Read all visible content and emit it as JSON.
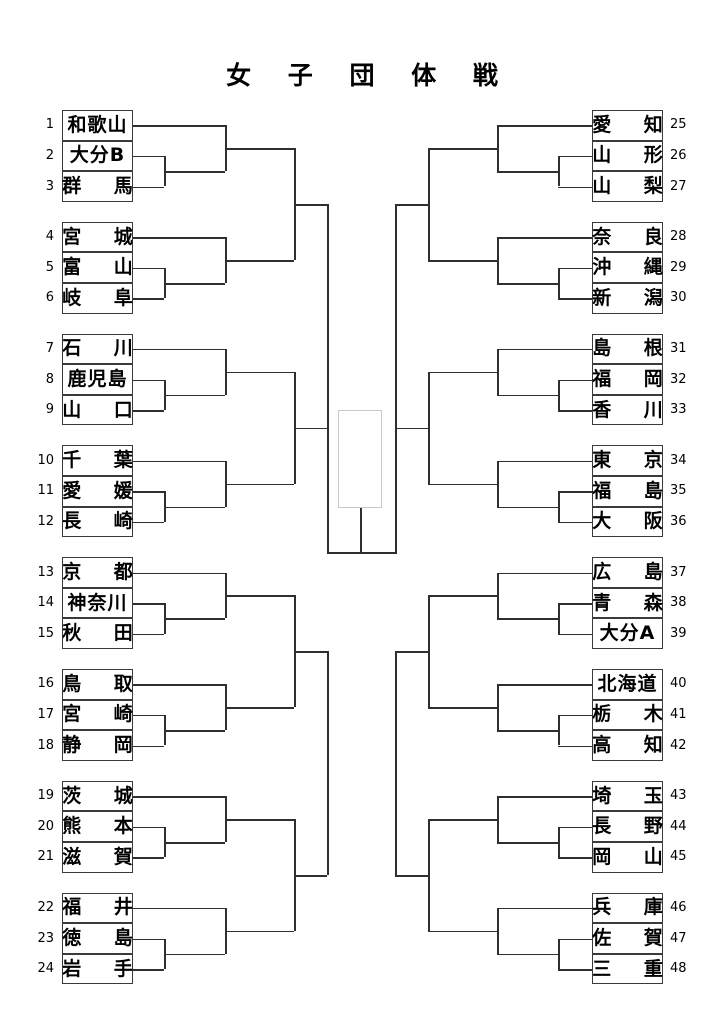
{
  "title": "女 子 団 体 戦",
  "bracket": {
    "type": "single-elimination",
    "total_entries": 48,
    "groups_of_three": 16,
    "champion_slot_value": "",
    "left_entries": [
      {
        "seed": "1",
        "name": "和歌山"
      },
      {
        "seed": "2",
        "name": "大分B"
      },
      {
        "seed": "3",
        "name": "群 馬"
      },
      {
        "seed": "4",
        "name": "宮 城"
      },
      {
        "seed": "5",
        "name": "富 山"
      },
      {
        "seed": "6",
        "name": "岐 阜"
      },
      {
        "seed": "7",
        "name": "石 川"
      },
      {
        "seed": "8",
        "name": "鹿児島"
      },
      {
        "seed": "9",
        "name": "山 口"
      },
      {
        "seed": "10",
        "name": "千 葉"
      },
      {
        "seed": "11",
        "name": "愛 媛"
      },
      {
        "seed": "12",
        "name": "長 崎"
      },
      {
        "seed": "13",
        "name": "京 都"
      },
      {
        "seed": "14",
        "name": "神奈川"
      },
      {
        "seed": "15",
        "name": "秋 田"
      },
      {
        "seed": "16",
        "name": "鳥 取"
      },
      {
        "seed": "17",
        "name": "宮 崎"
      },
      {
        "seed": "18",
        "name": "静 岡"
      },
      {
        "seed": "19",
        "name": "茨 城"
      },
      {
        "seed": "20",
        "name": "熊 本"
      },
      {
        "seed": "21",
        "name": "滋 賀"
      },
      {
        "seed": "22",
        "name": "福 井"
      },
      {
        "seed": "23",
        "name": "徳 島"
      },
      {
        "seed": "24",
        "name": "岩 手"
      }
    ],
    "right_entries": [
      {
        "seed": "25",
        "name": "愛 知"
      },
      {
        "seed": "26",
        "name": "山 形"
      },
      {
        "seed": "27",
        "name": "山 梨"
      },
      {
        "seed": "28",
        "name": "奈 良"
      },
      {
        "seed": "29",
        "name": "沖 縄"
      },
      {
        "seed": "30",
        "name": "新 潟"
      },
      {
        "seed": "31",
        "name": "島 根"
      },
      {
        "seed": "32",
        "name": "福 岡"
      },
      {
        "seed": "33",
        "name": "香 川"
      },
      {
        "seed": "34",
        "name": "東 京"
      },
      {
        "seed": "35",
        "name": "福 島"
      },
      {
        "seed": "36",
        "name": "大 阪"
      },
      {
        "seed": "37",
        "name": "広 島"
      },
      {
        "seed": "38",
        "name": "青 森"
      },
      {
        "seed": "39",
        "name": "大分A"
      },
      {
        "seed": "40",
        "name": "北海道"
      },
      {
        "seed": "41",
        "name": "栃 木"
      },
      {
        "seed": "42",
        "name": "高 知"
      },
      {
        "seed": "43",
        "name": "埼 玉"
      },
      {
        "seed": "44",
        "name": "長 野"
      },
      {
        "seed": "45",
        "name": "岡 山"
      },
      {
        "seed": "46",
        "name": "兵 庫"
      },
      {
        "seed": "47",
        "name": "佐 賀"
      },
      {
        "seed": "48",
        "name": "三 重"
      }
    ]
  },
  "colors": {
    "line": "#2f2f2f",
    "box_border": "#3a3a3a",
    "champion_border": "#c8c8c8",
    "background": "#ffffff",
    "text": "#000000"
  }
}
